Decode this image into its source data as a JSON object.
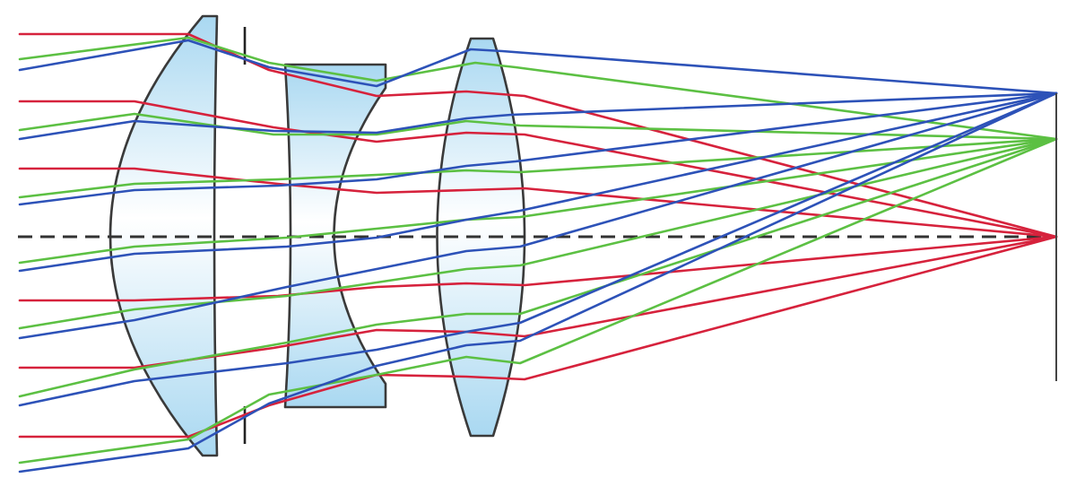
{
  "colors": {
    "red": "#d6223c",
    "green": "#5cc043",
    "blue": "#2d52b8",
    "glass_light": "#ffffff",
    "glass_dark": "#a9d8f1",
    "glass_flat": "#a8d6ef"
  },
  "diagram": {
    "kind": "optical-ray-trace",
    "elements": [
      {
        "name": "front-meniscus-lens"
      },
      {
        "name": "aperture-stop"
      },
      {
        "name": "negative-lens"
      },
      {
        "name": "biconvex-lens"
      },
      {
        "name": "image-plane"
      }
    ],
    "ray_bundles": [
      {
        "color": "red",
        "field": "on-axis"
      },
      {
        "color": "green",
        "field": "mid-field"
      },
      {
        "color": "blue",
        "field": "full-field"
      }
    ]
  }
}
